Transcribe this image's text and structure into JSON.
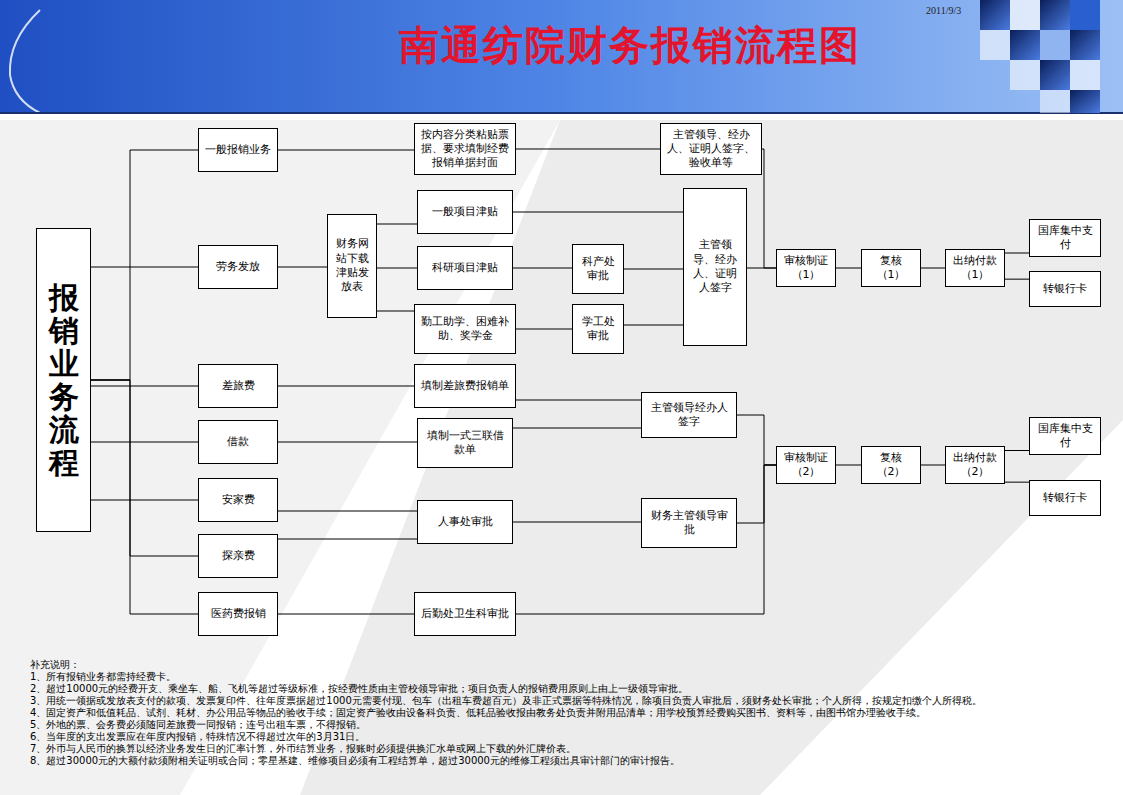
{
  "diagram": {
    "title": "南通纺院财务报销流程图",
    "nodes": [
      {
        "text": [
          "报销业务流程"
        ]
      },
      {
        "text": [
          "一般报销业务"
        ]
      },
      {
        "text": [
          "按内容分类粘贴票据、要求填制经费报销单据封面"
        ]
      },
      {
        "text": [
          "主管领导、经办人、证明人签字、验收单等"
        ]
      },
      {
        "text": [
          "劳务发放"
        ]
      },
      {
        "text": [
          "财务网站下载津贴发放表"
        ]
      },
      {
        "text": [
          "一般项目津贴"
        ]
      },
      {
        "text": [
          "科研项目津贴"
        ]
      },
      {
        "text": [
          "勤工助学、困难补助、奖学金"
        ]
      },
      {
        "text": [
          "科产处审批"
        ]
      },
      {
        "text": [
          "学工处审批"
        ]
      },
      {
        "text": [
          "主管领导、经办人、证明人签字"
        ]
      },
      {
        "text": [
          "差旅费"
        ]
      },
      {
        "text": [
          "填制差旅费报销单"
        ]
      },
      {
        "text": [
          "借款"
        ]
      },
      {
        "text": [
          "填制一式三联借款单"
        ]
      },
      {
        "text": [
          "主管领导经办人签字"
        ]
      },
      {
        "text": [
          "安家费"
        ]
      },
      {
        "text": [
          "人事处审批"
        ]
      },
      {
        "text": [
          "财务主管领导审批"
        ]
      },
      {
        "text": [
          "探亲费"
        ]
      },
      {
        "text": [
          "医药费报销"
        ]
      },
      {
        "text": [
          "后勤处卫生科审批"
        ]
      },
      {
        "text": [
          "审核制证（1）"
        ]
      },
      {
        "text": [
          "复核（1）"
        ]
      },
      {
        "text": [
          "出纳付款（1）"
        ]
      },
      {
        "text": [
          "国库集中支付"
        ]
      },
      {
        "text": [
          "转银行卡"
        ]
      },
      {
        "text": [
          "审核制证（2）"
        ]
      },
      {
        "text": [
          "复核（2）"
        ]
      },
      {
        "text": [
          "出纳付款（2）"
        ]
      },
      {
        "text": [
          "国库集中支付"
        ]
      },
      {
        "text": [
          "转银行卡"
        ]
      }
    ],
    "edges": [
      {
        "from": 0,
        "to": 1,
        "arrow": "none"
      },
      {
        "from": 0,
        "to": 4,
        "arrow": "none"
      },
      {
        "from": 0,
        "to": 12,
        "arrow": "none"
      },
      {
        "from": 0,
        "to": 14,
        "arrow": "none"
      },
      {
        "from": 0,
        "to": 17,
        "arrow": "none"
      },
      {
        "from": 0,
        "to": 20,
        "arrow": "none"
      },
      {
        "from": 0,
        "to": 21,
        "arrow": "none"
      },
      {
        "from": 1,
        "to": 2,
        "arrow": "none"
      },
      {
        "from": 2,
        "to": 3,
        "arrow": "none"
      },
      {
        "from": 3,
        "to": 23,
        "arrow": "none"
      },
      {
        "from": 4,
        "to": 5,
        "arrow": "none"
      },
      {
        "from": 5,
        "to": 6,
        "arrow": "none"
      },
      {
        "from": 5,
        "to": 7,
        "arrow": "none"
      },
      {
        "from": 5,
        "to": 8,
        "arrow": "none"
      },
      {
        "from": 6,
        "to": 11,
        "arrow": "none"
      },
      {
        "from": 7,
        "to": 9,
        "arrow": "none"
      },
      {
        "from": 9,
        "to": 11,
        "arrow": "none"
      },
      {
        "from": 8,
        "to": 10,
        "arrow": "none"
      },
      {
        "from": 10,
        "to": 11,
        "arrow": "none"
      },
      {
        "from": 11,
        "to": 23,
        "arrow": "none"
      },
      {
        "from": 12,
        "to": 13,
        "arrow": "none"
      },
      {
        "from": 14,
        "to": 15,
        "arrow": "none"
      },
      {
        "from": 13,
        "to": 16,
        "arrow": "none"
      },
      {
        "from": 15,
        "to": 16,
        "arrow": "none"
      },
      {
        "from": 16,
        "to": 28,
        "arrow": "none"
      },
      {
        "from": 17,
        "to": 18,
        "arrow": "none"
      },
      {
        "from": 20,
        "to": 18,
        "arrow": "none"
      },
      {
        "from": 18,
        "to": 19,
        "arrow": "none"
      },
      {
        "from": 19,
        "to": 28,
        "arrow": "none"
      },
      {
        "from": 21,
        "to": 22,
        "arrow": "none"
      },
      {
        "from": 22,
        "to": 28,
        "arrow": "none"
      },
      {
        "from": 23,
        "to": 24,
        "arrow": "none"
      },
      {
        "from": 24,
        "to": 25,
        "arrow": "none"
      },
      {
        "from": 25,
        "to": 26,
        "arrow": "none"
      },
      {
        "from": 25,
        "to": 27,
        "arrow": "none"
      },
      {
        "from": 28,
        "to": 29,
        "arrow": "none"
      },
      {
        "from": 29,
        "to": 30,
        "arrow": "none"
      },
      {
        "from": 30,
        "to": 31,
        "arrow": "none"
      },
      {
        "from": 30,
        "to": 32,
        "arrow": "none"
      }
    ],
    "labels": [
      "2011/9/3",
      "补充说明：",
      "1、所有报销业务都需持经费卡。",
      "2、超过10000元的经费开支、乘坐车、船、飞机等超过等级标准，按经费性质由主管校领导审批；项目负责人的报销费用原则上由上一级领导审批。",
      "3、用统一领据或发放表支付的款项、发票复印件、往年度票据超过1000元需要付现、包车（出租车费超百元）及非正式票据等特殊情况，除项目负责人审批后，须财务处长审批；个人所得，按规定扣缴个人所得税。",
      "4、固定资产和低值耗品、试剂、耗材、办公用品等物品的验收手续；固定资产验收由设备科负责、低耗品验收报由教务处负责并附用品清单；用学校预算经费购买图书、资料等，由图书馆办理验收手续。",
      "5、外地的票、会务费必须随同差旅费一同报销；连号出租车票，不得报销。",
      "6、当年度的支出发票应在年度内报销，特殊情况不得超过次年的3月31日。",
      "7、外币与人民币的换算以经济业务发生日的汇率计算，外币结算业务，报账时必须提供换汇水单或网上下载的外汇牌价表。",
      "8、超过30000元的大额付款须附相关证明或合同；零星基建、维修项目必须有工程结算单，超过30000元的维修工程须出具审计部门的审计报告。"
    ]
  }
}
